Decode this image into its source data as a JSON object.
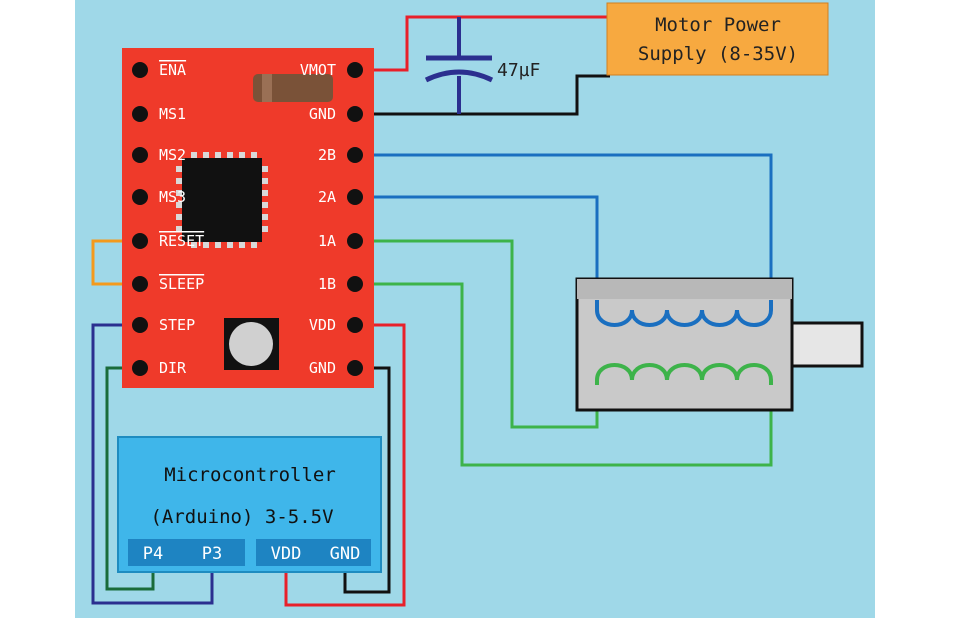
{
  "driver": {
    "left_pins": [
      "ENA",
      "MS1",
      "MS2",
      "MS3",
      "RESET",
      "SLEEP",
      "STEP",
      "DIR"
    ],
    "right_pins": [
      "VMOT",
      "GND",
      "2B",
      "2A",
      "1A",
      "1B",
      "VDD",
      "GND"
    ]
  },
  "capacitor": {
    "label": "47µF"
  },
  "power_supply": {
    "line1": "Motor Power",
    "line2": "Supply (8-35V)"
  },
  "microcontroller": {
    "line1": "Microcontroller",
    "line2": "(Arduino) 3-5.5V",
    "pins": [
      "P4",
      "P3",
      "VDD",
      "GND"
    ]
  },
  "colors": {
    "background": "#9fd8e8",
    "driver_board": "#ef3a2a",
    "psu": "#f7a940",
    "mcu": "#3fb6ea",
    "wire_red": "#e8202a",
    "wire_black": "#111111",
    "wire_blue": "#1a6fc0",
    "wire_green": "#3db34a",
    "wire_navy": "#2b2f8f",
    "wire_darkgreen": "#1a6b3a",
    "wire_orange": "#f49a1c",
    "cap": "#2b2f8f"
  }
}
